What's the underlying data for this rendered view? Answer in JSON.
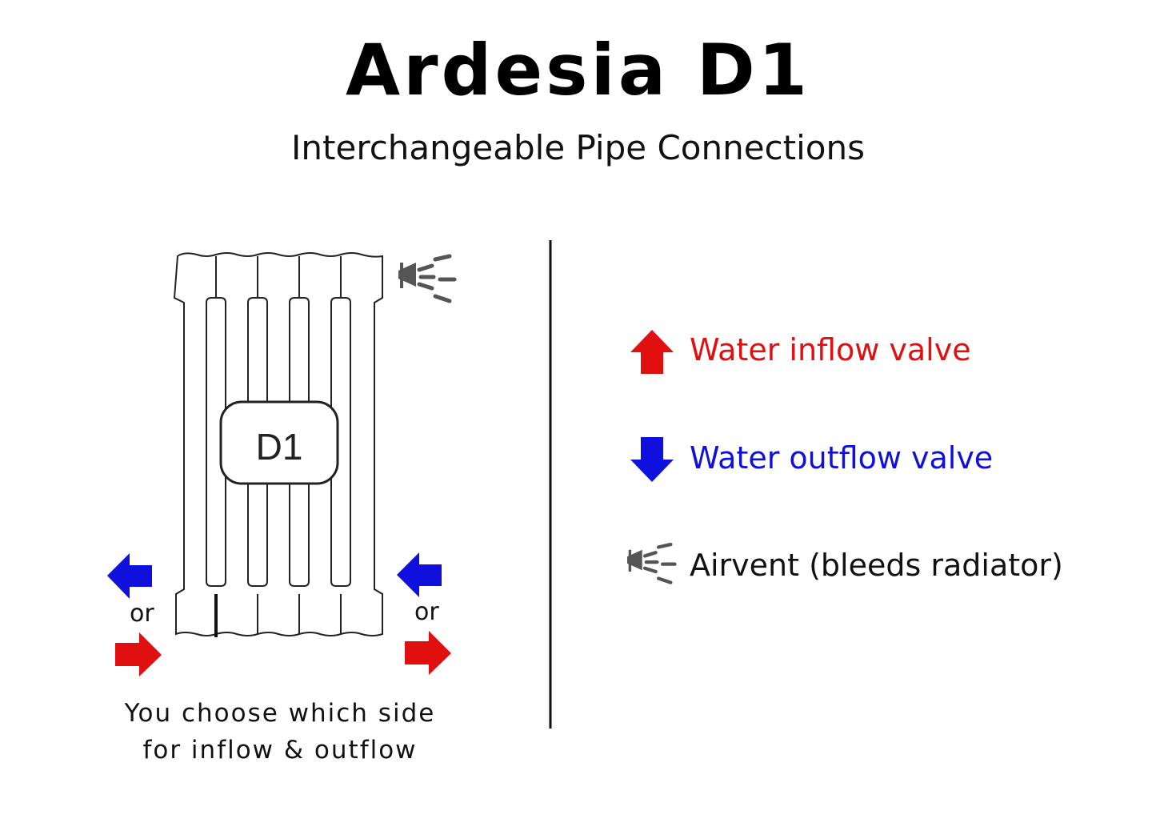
{
  "header": {
    "title": "Ardesia D1",
    "subtitle": "Interchangeable Pipe Connections"
  },
  "diagram": {
    "badge_label": "D1",
    "or_left": "or",
    "or_right": "or",
    "caption_line1": "You choose which side",
    "caption_line2": "for inflow & outflow"
  },
  "legend": {
    "inflow_label": "Water inflow valve",
    "outflow_label": "Water outflow valve",
    "airvent_label": "Airvent (bleeds radiator)"
  },
  "colors": {
    "inflow": "#e01010",
    "outflow": "#1010dd",
    "airvent": "#555555",
    "outline": "#222222"
  },
  "icons": {
    "inflow": "arrow-up-icon",
    "outflow": "arrow-down-icon",
    "airvent": "airvent-icon"
  }
}
